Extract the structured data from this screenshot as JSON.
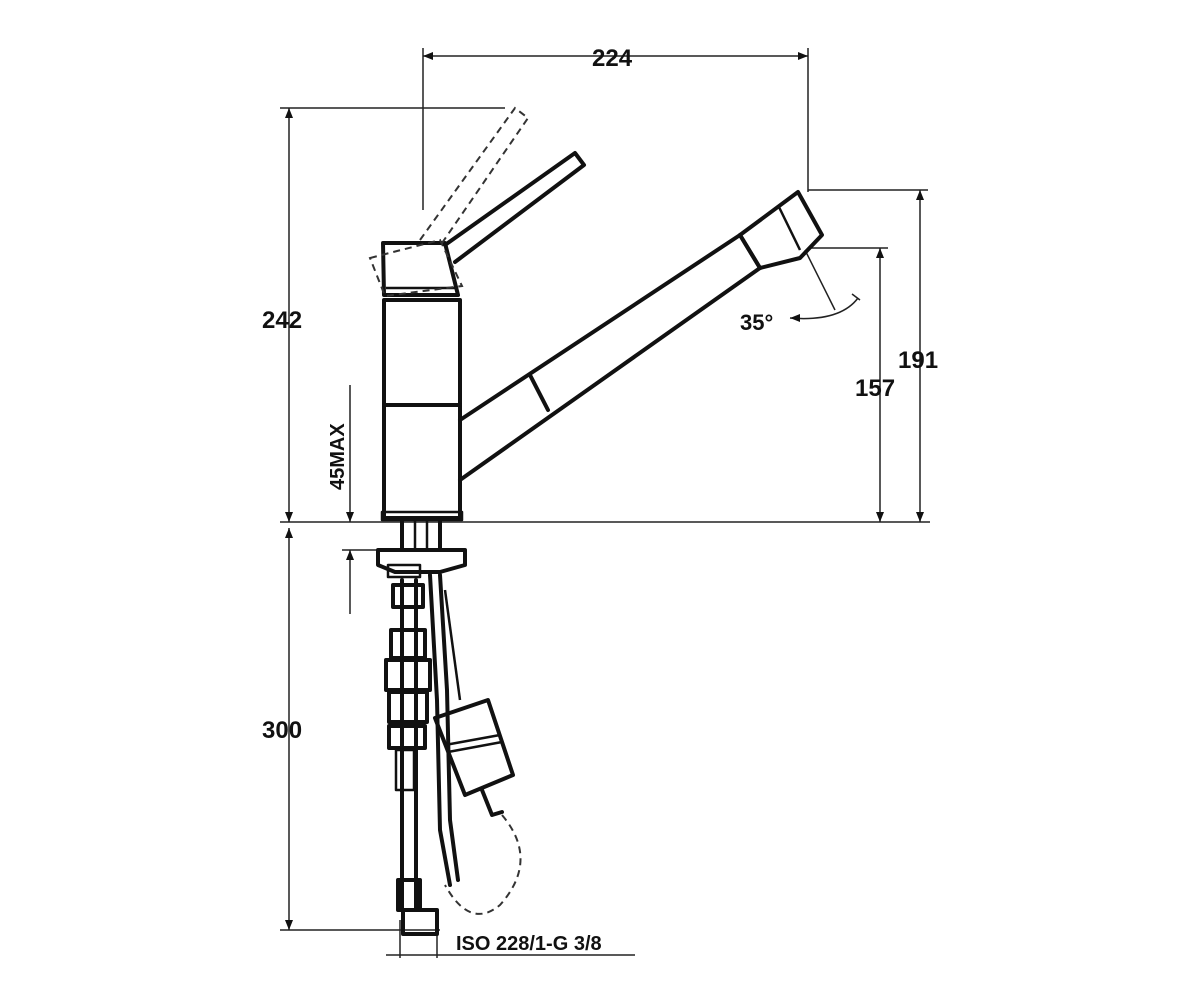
{
  "dimensions": {
    "width_224": "224",
    "height_242": "242",
    "height_191": "191",
    "height_157": "157",
    "height_300": "300",
    "deck_45max": "45MAX",
    "angle_35": "35°",
    "thread_spec": "ISO 228/1-G 3/8"
  },
  "colors": {
    "ink": "#111111",
    "background": "#ffffff"
  }
}
